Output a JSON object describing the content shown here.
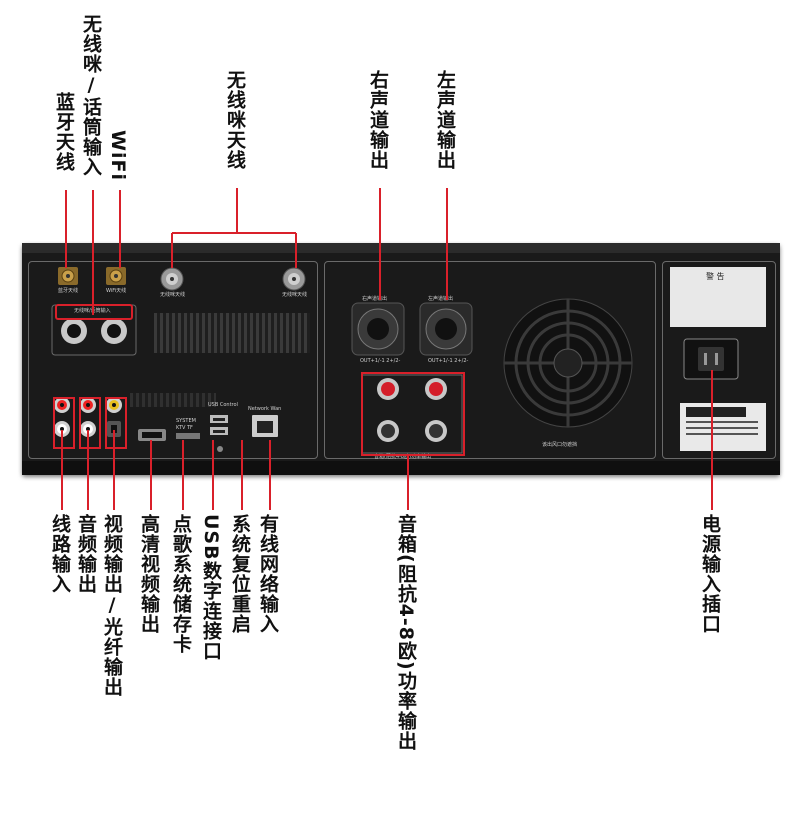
{
  "labels": {
    "bluetooth_antenna": "蓝牙天线",
    "wireless_mic_input": "无线咪/话筒输入",
    "wifi": "WiFi",
    "wireless_mic_antenna": "无线咪天线",
    "right_channel_out": "右声道输出",
    "left_channel_out": "左声道输出",
    "line_input": "线路输入",
    "audio_output": "音频输出",
    "video_optical_output": "视频输出/光纤输出",
    "hd_video_output": "高清视频输出",
    "karaoke_storage_card": "点歌系统储存卡",
    "usb_port": "USB数字连接口",
    "system_reset": "系统复位重启",
    "wired_network_input": "有线网络输入",
    "speaker_output": "音箱(阻抗4-8欧)功率输出",
    "power_socket": "电源输入插口"
  },
  "panel_text": {
    "bt_ant": "蓝牙天线",
    "wifi_ant": "WiFi天线",
    "mic_ant_l": "无线咪天线",
    "mic_ant_r": "无线咪天线",
    "mic_in": "无线咪/话筒输入",
    "out_r": "右声道输出",
    "out_l": "左声道输出",
    "out_spec_r": "OUT+1/-1 2+/2-",
    "out_spec_l": "OUT+1/-1 2+/2-",
    "speaker_out": "音箱(阻抗4-8欧)功率输出",
    "fan_note": "该出风口勿遮挡",
    "usb_control": "USB Control",
    "network": "Network Wan",
    "system": "SYSTEM",
    "ktv": "KTV TF",
    "warning": "警 告"
  },
  "colors": {
    "leader": "#d9202a",
    "chassis": "#1a1a1a",
    "panel_line": "#6a6a6a"
  }
}
